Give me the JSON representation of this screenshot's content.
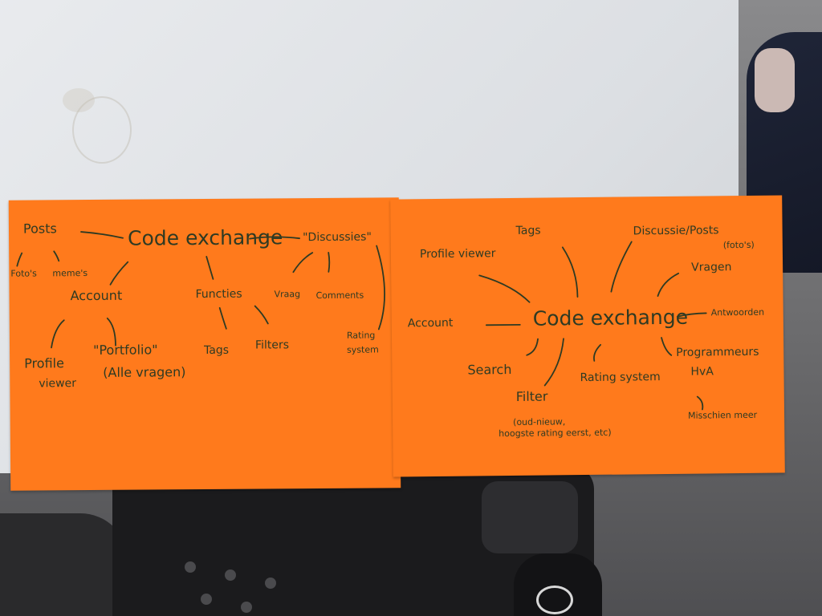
{
  "left_mindmap": {
    "center": "Code exchange",
    "posts": "Posts",
    "fotos": "Foto's",
    "memes": "meme's",
    "account": "Account",
    "profile_viewer": [
      "Profile",
      "viewer"
    ],
    "portfolio": "\"Portfolio\"",
    "alle_vragen": "(Alle vragen)",
    "functies": "Functies",
    "tags": "Tags",
    "filters": "Filters",
    "discussies": "\"Discussies\"",
    "vraag": "Vraag",
    "comments": "Comments",
    "rating_system": [
      "Rating",
      "system"
    ]
  },
  "right_mindmap": {
    "center": "Code exchange",
    "profile_viewer": "Profile viewer",
    "tags": "Tags",
    "discussie_posts": "Discussie/Posts",
    "fotos": "(foto's)",
    "vragen": "Vragen",
    "account": "Account",
    "antwoorden": "Antwoorden",
    "search": "Search",
    "filter": "Filter",
    "filter_detail": [
      "(oud-nieuw,",
      "hoogste rating eerst, etc)"
    ],
    "rating_system": "Rating system",
    "programmeurs": "Programmeurs",
    "hva": "HvA",
    "misschien_meer": "Misschien meer"
  },
  "colors": {
    "sheet": "#ff7a1c",
    "ink": "#2e3a23",
    "table": "#e1e4e8"
  }
}
